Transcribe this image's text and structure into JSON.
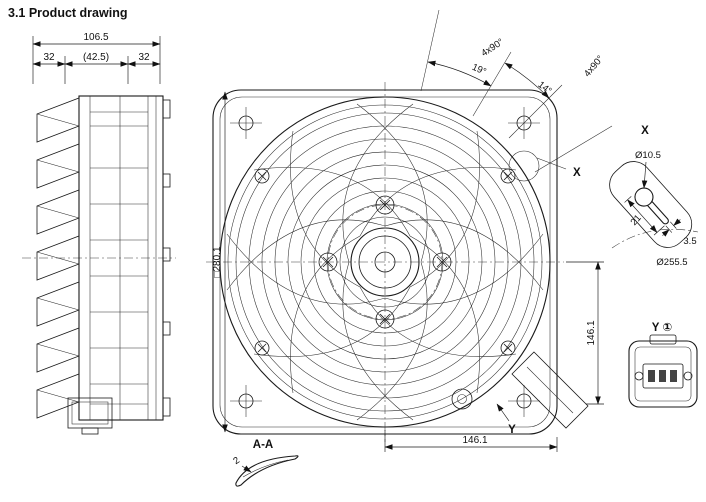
{
  "drawing": {
    "title": "3.1 Product drawing",
    "ink": "#1a1a1a"
  },
  "side_view": {
    "dim_total_depth": "106.5",
    "dim_impeller_depth": "32",
    "dim_mid_depth": "(42.5)",
    "dim_flange_depth": "32"
  },
  "front_view": {
    "dim_frame_size": "□280.1",
    "dim_hole_pitch_vertical": "146.1",
    "dim_hole_pitch_horizontal": "146.1",
    "angle_holes_top": "4x90°",
    "angle_19": "19°",
    "angle_14": "14°",
    "angle_slots": "4x90°",
    "callout_x": "X",
    "callout_y": "Y"
  },
  "detail_x": {
    "title": "X",
    "dim_hole_diameter": "Ø10.5",
    "dim_slot_length": "21",
    "dim_slot_width": "3.5",
    "dim_pitch_circle": "Ø255.5"
  },
  "detail_y": {
    "title": "Y ①"
  },
  "section_aa": {
    "title": "A-A",
    "dim_blade_thickness": "2"
  }
}
